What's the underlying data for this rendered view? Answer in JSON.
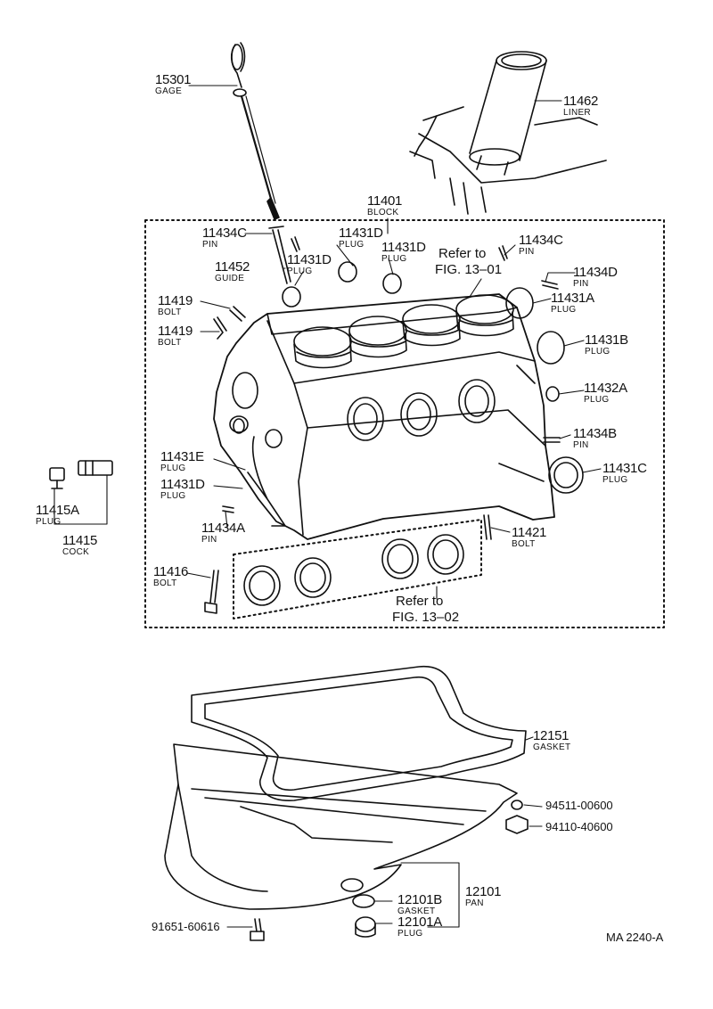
{
  "drawing_code": "MA 2240-A",
  "refs": {
    "ref1_line1": "Refer to",
    "ref1_line2": "FIG. 13–01",
    "ref2_line1": "Refer to",
    "ref2_line2": "FIG. 13–02"
  },
  "parts": {
    "p15301": {
      "num": "15301",
      "name": "GAGE"
    },
    "p11462": {
      "num": "11462",
      "name": "LINER"
    },
    "p11401": {
      "num": "11401",
      "name": "BLOCK"
    },
    "p11434C_a": {
      "num": "11434C",
      "name": "PIN"
    },
    "p11431D_a": {
      "num": "11431D",
      "name": "PLUG"
    },
    "p11431D_b": {
      "num": "11431D",
      "name": "PLUG"
    },
    "p11431D_c": {
      "num": "11431D",
      "name": "PLUG"
    },
    "p11434C_b": {
      "num": "11434C",
      "name": "PIN"
    },
    "p11452": {
      "num": "11452",
      "name": "GUIDE"
    },
    "p11434D": {
      "num": "11434D",
      "name": "PIN"
    },
    "p11419_a": {
      "num": "11419",
      "name": "BOLT"
    },
    "p11431A": {
      "num": "11431A",
      "name": "PLUG"
    },
    "p11419_b": {
      "num": "11419",
      "name": "BOLT"
    },
    "p11431B": {
      "num": "11431B",
      "name": "PLUG"
    },
    "p11432A": {
      "num": "11432A",
      "name": "PLUG"
    },
    "p11434B": {
      "num": "11434B",
      "name": "PIN"
    },
    "p11431E": {
      "num": "11431E",
      "name": "PLUG"
    },
    "p11431C": {
      "num": "11431C",
      "name": "PLUG"
    },
    "p11431D_d": {
      "num": "11431D",
      "name": "PLUG"
    },
    "p11415A": {
      "num": "11415A",
      "name": "PLUG"
    },
    "p11415": {
      "num": "11415",
      "name": "COCK"
    },
    "p11434A": {
      "num": "11434A",
      "name": "PIN"
    },
    "p11421": {
      "num": "11421",
      "name": "BOLT"
    },
    "p11416": {
      "num": "11416",
      "name": "BOLT"
    },
    "p12151": {
      "num": "12151",
      "name": "GASKET"
    },
    "p12101B": {
      "num": "12101B",
      "name": "GASKET"
    },
    "p12101": {
      "num": "12101",
      "name": "PAN"
    },
    "p12101A": {
      "num": "12101A",
      "name": "PLUG"
    }
  },
  "codes": {
    "c94511": "94511-00600",
    "c94110": "94110-40600",
    "c91651": "91651-60616"
  }
}
